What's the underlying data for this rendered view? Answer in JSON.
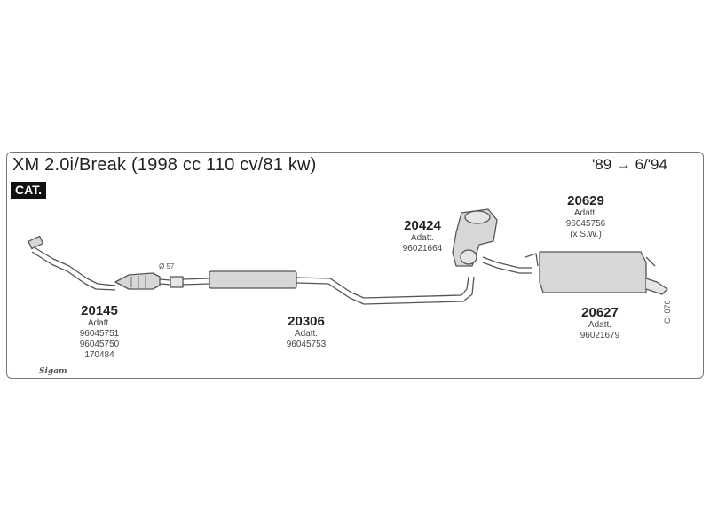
{
  "header": {
    "title": "XM 2.0i/Break (1998 cc 110 cv/81 kw)",
    "years": "'89 → 6/'94",
    "cat_badge": "CAT."
  },
  "parts": [
    {
      "code": "20145",
      "lines": [
        "Adatt.",
        "96045751",
        "96045750",
        "170484"
      ]
    },
    {
      "code": "20306",
      "lines": [
        "Adatt.",
        "96045753"
      ]
    },
    {
      "code": "20424",
      "lines": [
        "Adatt.",
        "96021664"
      ]
    },
    {
      "code": "20629",
      "lines": [
        "Adatt.",
        "96045756",
        "(x S.W.)"
      ]
    },
    {
      "code": "20627",
      "lines": [
        "Adatt.",
        "96021679"
      ]
    }
  ],
  "diameter_note": "Ø 57",
  "reference_code": "CI 076",
  "brand_logo": "Sigam",
  "colors": {
    "outline": "#555555",
    "fill": "#d7d7d7",
    "text": "#222222"
  }
}
